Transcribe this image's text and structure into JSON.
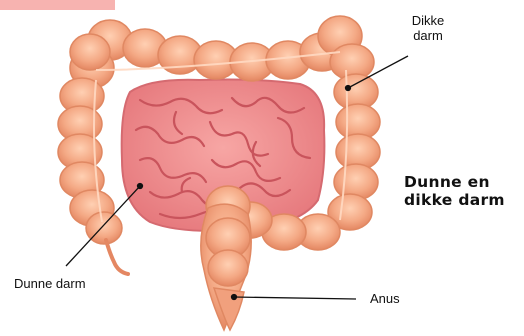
{
  "labels": {
    "dikke_line1": "Dikke",
    "dikke_line2": "darm",
    "dunne": "Dunne darm",
    "anus": "Anus"
  },
  "title": {
    "line1": "Dunne en",
    "line2": "dikke darm"
  },
  "colors": {
    "large_intestine": "#f3a883",
    "large_intestine_shade": "#e88a66",
    "small_intestine": "#f08b8b",
    "small_intestine_fold": "#c9545c",
    "corner_tab": "#f7b3b0"
  }
}
